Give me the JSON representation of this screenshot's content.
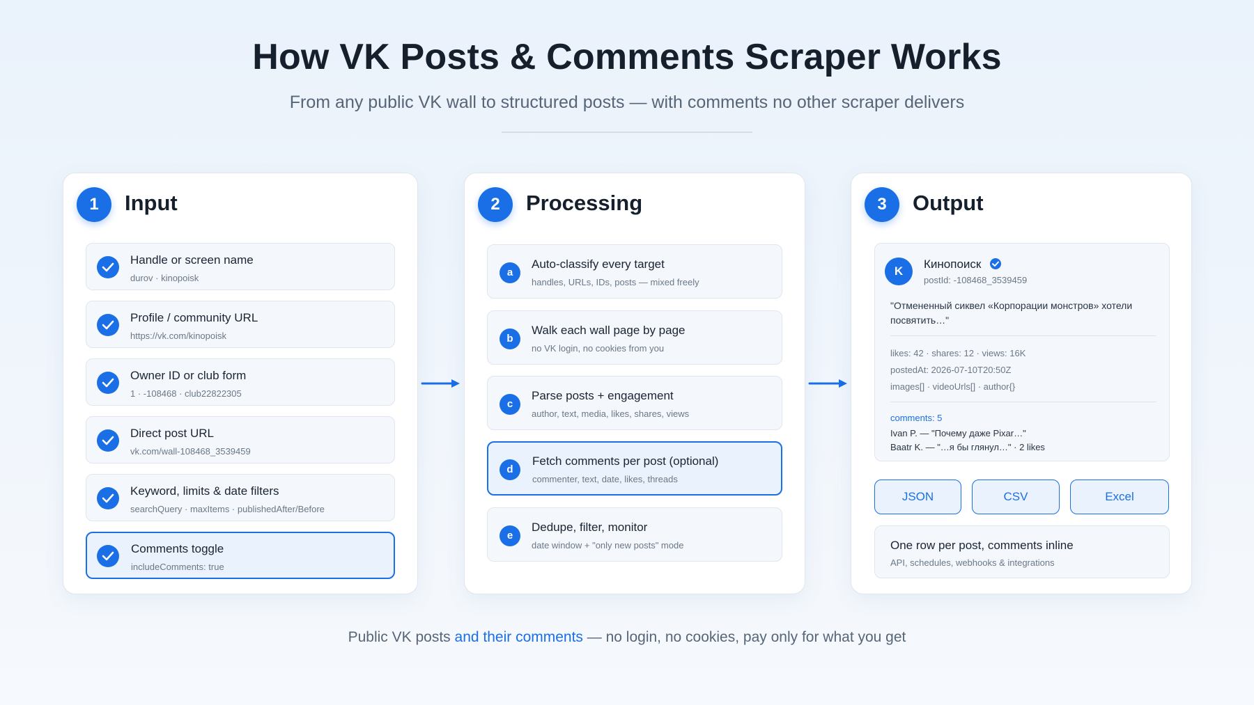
{
  "header": {
    "title": "How VK Posts & Comments Scraper Works",
    "subtitle": "From any public VK wall to structured posts — with comments no other scraper delivers"
  },
  "steps": [
    {
      "number": "1",
      "title": "Input",
      "items": [
        {
          "title": "Handle or screen name",
          "sub": "durov · kinopoisk"
        },
        {
          "title": "Profile / community URL",
          "sub": "https://vk.com/kinopoisk"
        },
        {
          "title": "Owner ID or club form",
          "sub": "1 · -108468 · club22822305"
        },
        {
          "title": "Direct post URL",
          "sub": "vk.com/wall-108468_3539459"
        },
        {
          "title": "Keyword, limits & date filters",
          "sub": "searchQuery · maxItems · publishedAfter/Before"
        },
        {
          "title": "Comments toggle",
          "sub": "includeComments: true"
        }
      ]
    },
    {
      "number": "2",
      "title": "Processing",
      "items": [
        {
          "letter": "a",
          "title": "Auto-classify every target",
          "sub": "handles, URLs, IDs, posts — mixed freely"
        },
        {
          "letter": "b",
          "title": "Walk each wall page by page",
          "sub": "no VK login, no cookies from you"
        },
        {
          "letter": "c",
          "title": "Parse posts + engagement",
          "sub": "author, text, media, likes, shares, views"
        },
        {
          "letter": "d",
          "title": "Fetch comments per post (optional)",
          "sub": "commenter, text, date, likes, threads"
        },
        {
          "letter": "e",
          "title": "Dedupe, filter, monitor",
          "sub": "date window + \"only new posts\" mode"
        }
      ]
    },
    {
      "number": "3",
      "title": "Output",
      "post": {
        "avatar_letter": "K",
        "author": "Кинопоиск",
        "post_id": "postId: -108468_3539459",
        "text": "\"Отмененный сиквел «Корпорации монстров» хотели посвятить…\"",
        "stats": "likes: 42 · shares: 12 · views: 16K",
        "posted_at": "postedAt: 2026-07-10T20:50Z",
        "fields": "images[] · videoUrls[] · author{}",
        "comments_label": "comments: 5",
        "comments": [
          "Ivan P. — \"Почему даже Pixar…\"",
          "Baatr K. — \"…я бы глянул…\" · 2 likes"
        ]
      },
      "formats": [
        "JSON",
        "CSV",
        "Excel"
      ],
      "summary": {
        "title": "One row per post, comments inline",
        "sub": "API, schedules, webhooks & integrations"
      }
    }
  ],
  "footer": {
    "part1": "Public VK posts ",
    "highlight": "and their comments",
    "part2": " — no login, no cookies, pay only for what you get"
  },
  "colors": {
    "accent": "#1a6fe6",
    "background": "#eaf2fb"
  }
}
